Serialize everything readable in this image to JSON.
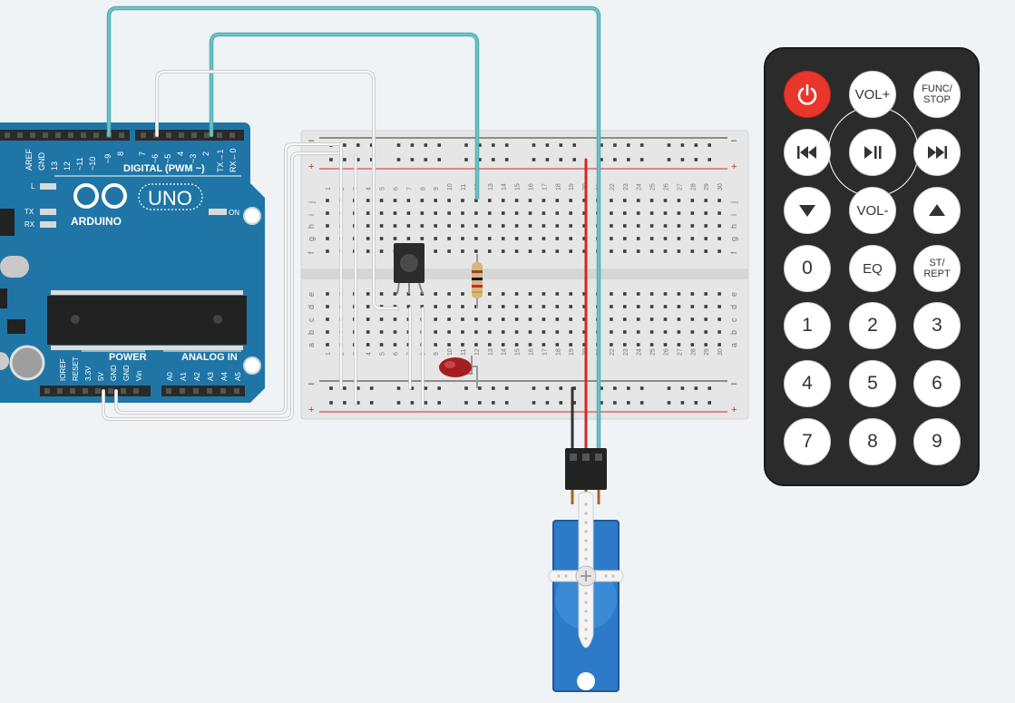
{
  "arduino": {
    "brand": "ARDUINO",
    "model": "UNO",
    "digital_label": "DIGITAL (PWM ~)",
    "power_label": "POWER",
    "analog_label": "ANALOG IN",
    "on_label": "ON",
    "l_label": "L",
    "tx_label": "TX",
    "rx_label": "RX",
    "digital_pins": [
      "AREF",
      "GND",
      "13",
      "12",
      "~11",
      "~10",
      "~9",
      "8",
      "7",
      "~6",
      "~5",
      "4",
      "~3",
      "2",
      "TX→1",
      "RX←0"
    ],
    "power_pins": [
      "IOREF",
      "RESET",
      "3.3V",
      "5V",
      "GND",
      "GND",
      "Vin"
    ],
    "analog_pins": [
      "A0",
      "A1",
      "A2",
      "A3",
      "A4",
      "A5"
    ]
  },
  "breadboard": {
    "column_numbers": [
      "1",
      "2",
      "3",
      "4",
      "5",
      "6",
      "7",
      "8",
      "9",
      "10",
      "11",
      "12",
      "13",
      "14",
      "15",
      "16",
      "17",
      "18",
      "19",
      "20",
      "21",
      "22",
      "23",
      "24",
      "25",
      "26",
      "27",
      "28",
      "29",
      "30"
    ],
    "top_row_letters": [
      "j",
      "i",
      "h",
      "g",
      "f"
    ],
    "bottom_row_letters": [
      "e",
      "d",
      "c",
      "b",
      "a"
    ],
    "minus_sign": "–",
    "plus_sign": "+"
  },
  "remote": {
    "buttons": [
      {
        "name": "power-button",
        "label": "",
        "icon": "power-icon"
      },
      {
        "name": "vol-plus-button",
        "label": "VOL+"
      },
      {
        "name": "func-stop-button",
        "label": "FUNC/\nSTOP"
      },
      {
        "name": "prev-button",
        "label": "",
        "icon": "rewind-icon"
      },
      {
        "name": "play-pause-button",
        "label": "",
        "icon": "play-pause-icon"
      },
      {
        "name": "next-button",
        "label": "",
        "icon": "fast-forward-icon"
      },
      {
        "name": "down-button",
        "label": "",
        "icon": "down-triangle-icon"
      },
      {
        "name": "vol-minus-button",
        "label": "VOL-"
      },
      {
        "name": "up-button",
        "label": "",
        "icon": "up-triangle-icon"
      },
      {
        "name": "digit-0-button",
        "label": "0"
      },
      {
        "name": "eq-button",
        "label": "EQ"
      },
      {
        "name": "st-rept-button",
        "label": "ST/\nREPT"
      },
      {
        "name": "digit-1-button",
        "label": "1"
      },
      {
        "name": "digit-2-button",
        "label": "2"
      },
      {
        "name": "digit-3-button",
        "label": "3"
      },
      {
        "name": "digit-4-button",
        "label": "4"
      },
      {
        "name": "digit-5-button",
        "label": "5"
      },
      {
        "name": "digit-6-button",
        "label": "6"
      },
      {
        "name": "digit-7-button",
        "label": "7"
      },
      {
        "name": "digit-8-button",
        "label": "8"
      },
      {
        "name": "digit-9-button",
        "label": "9"
      }
    ]
  },
  "colors": {
    "arduino_board": "#1f76a6",
    "breadboard": "#e6e6e6",
    "wire_signal": "#6cc2c7",
    "wire_white": "#f7f7f7",
    "wire_power": "#d62626",
    "wire_ground": "#333333",
    "servo_body": "#2c7ac8",
    "led": "#a31f1f",
    "remote_power": "#e8362a"
  }
}
